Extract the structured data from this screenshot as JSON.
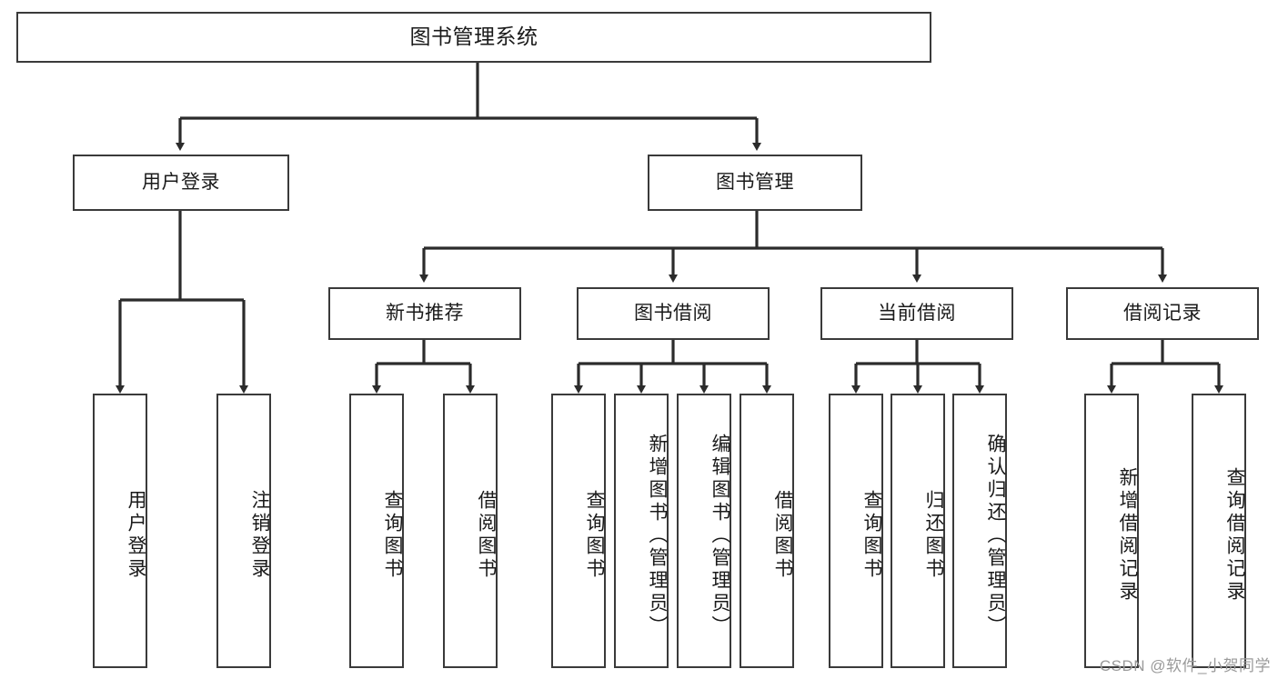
{
  "diagram": {
    "title": "图书管理系统",
    "type": "tree-hierarchy-functional-decomposition",
    "colors": {
      "box_border": "#3a3a3a",
      "box_fill": "#ffffff",
      "connector": "#2b2b2b",
      "text": "#1a1a1a",
      "watermark": "#9a9a9a",
      "background": "#ffffff"
    },
    "root": {
      "label": "图书管理系统"
    },
    "level1": [
      {
        "id": "user-login",
        "label": "用户登录"
      },
      {
        "id": "book-management",
        "label": "图书管理"
      }
    ],
    "level2": [
      {
        "id": "new-book-recommend",
        "label": "新书推荐",
        "parent": "book-management"
      },
      {
        "id": "book-borrow",
        "label": "图书借阅",
        "parent": "book-management"
      },
      {
        "id": "current-borrow",
        "label": "当前借阅",
        "parent": "book-management"
      },
      {
        "id": "borrow-record",
        "label": "借阅记录",
        "parent": "book-management"
      }
    ],
    "leaves": {
      "user-login": [
        {
          "id": "leaf-user-login",
          "label": "用户登录"
        },
        {
          "id": "leaf-logout-login",
          "label": "注销登录"
        }
      ],
      "new-book-recommend": [
        {
          "id": "leaf-query-book-1",
          "label": "查询图书"
        },
        {
          "id": "leaf-borrow-book-1",
          "label": "借阅图书"
        }
      ],
      "book-borrow": [
        {
          "id": "leaf-query-book-2",
          "label": "查询图书"
        },
        {
          "id": "leaf-add-book-admin",
          "label": "新增图书（管理员）"
        },
        {
          "id": "leaf-edit-book-admin",
          "label": "编辑图书（管理员）"
        },
        {
          "id": "leaf-borrow-book-2",
          "label": "借阅图书"
        }
      ],
      "current-borrow": [
        {
          "id": "leaf-query-book-3",
          "label": "查询图书"
        },
        {
          "id": "leaf-return-book",
          "label": "归还图书"
        },
        {
          "id": "leaf-confirm-return-admin",
          "label": "确认归还（管理员）"
        }
      ],
      "borrow-record": [
        {
          "id": "leaf-add-borrow-record",
          "label": "新增借阅记录"
        },
        {
          "id": "leaf-query-borrow-record",
          "label": "查询借阅记录"
        }
      ]
    },
    "watermark": "CSDN @软件_小贺同学"
  }
}
